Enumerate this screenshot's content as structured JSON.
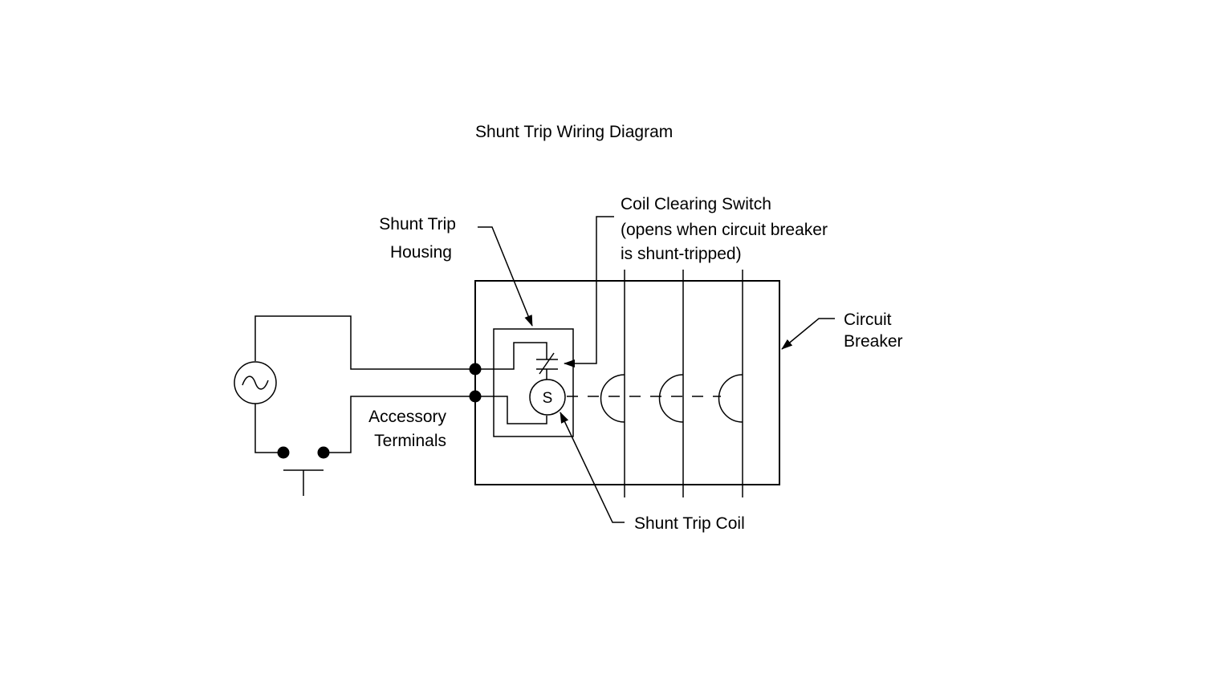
{
  "title": "Shunt Trip Wiring Diagram",
  "labels": {
    "housing_line1": "Shunt Trip",
    "housing_line2": "Housing",
    "switch_line1": "Coil Clearing Switch",
    "switch_line2": "(opens when circuit breaker",
    "switch_line3": "is shunt-tripped)",
    "breaker_line1": "Circuit",
    "breaker_line2": "Breaker",
    "terminals_line1": "Accessory",
    "terminals_line2": "Terminals",
    "coil": "Shunt Trip Coil",
    "coil_symbol": "S"
  },
  "symbols": {
    "source": "ac-source-icon",
    "pushbutton": "pushbutton-switch-icon",
    "coil": "shunt-trip-coil-icon",
    "switch": "normally-closed-contact-icon"
  }
}
